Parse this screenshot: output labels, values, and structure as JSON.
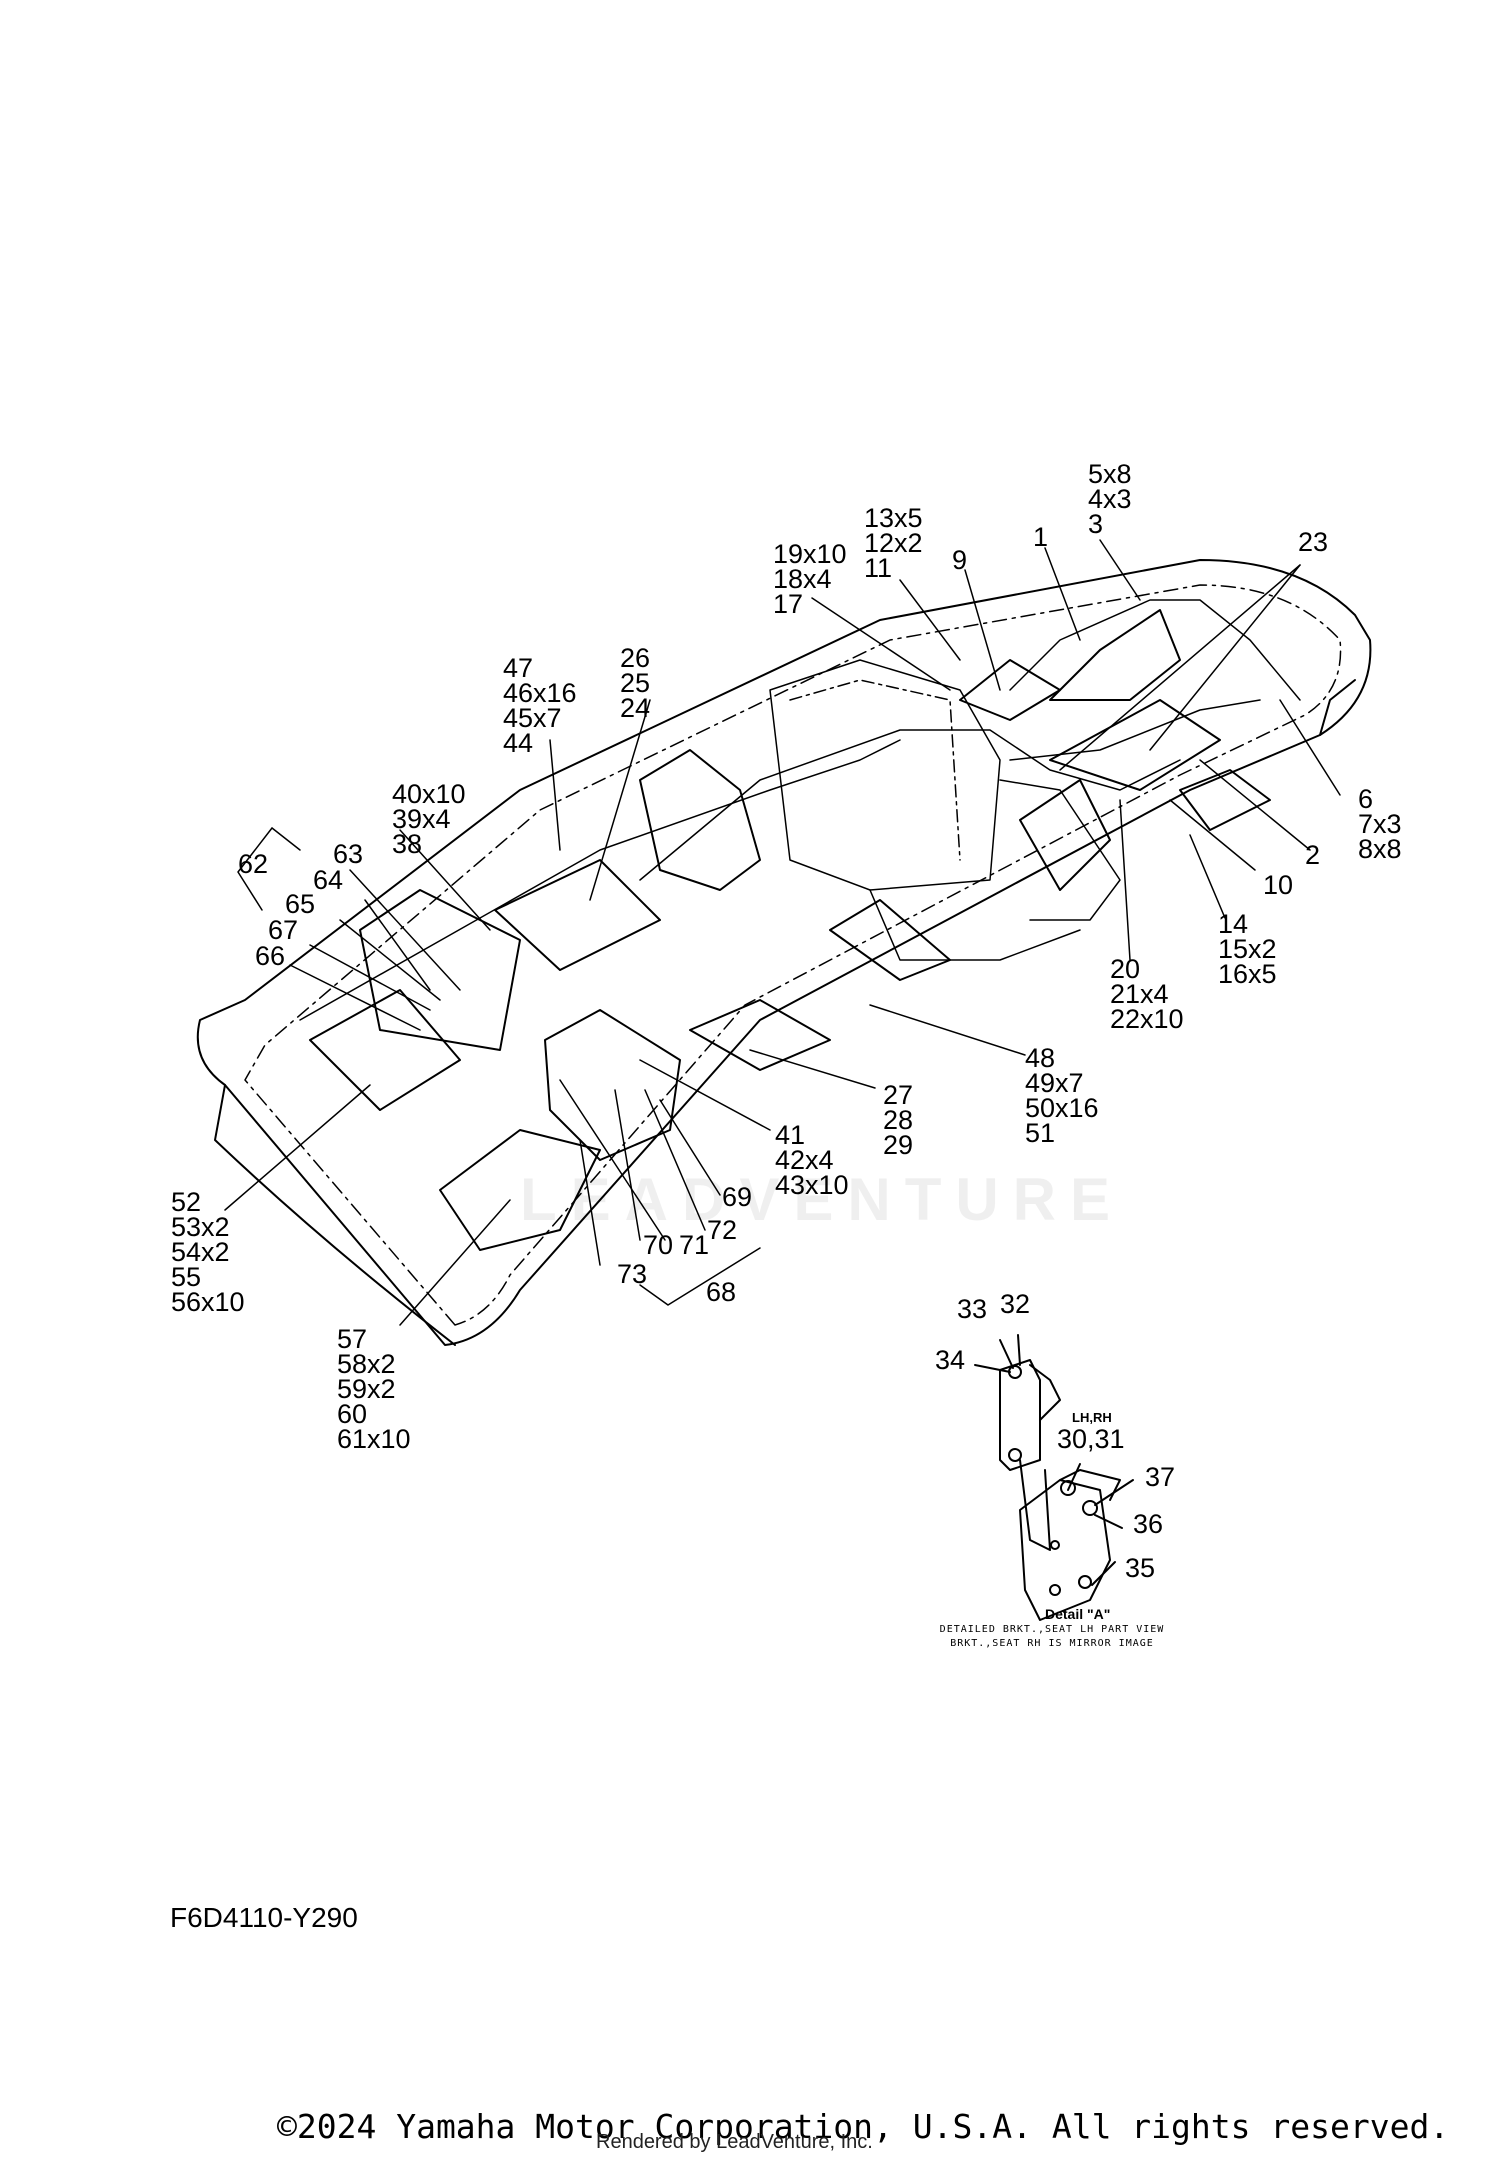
{
  "diagram": {
    "callouts": {
      "c1": [
        "5x8",
        "4x3",
        "3"
      ],
      "c2": [
        "1"
      ],
      "c3": [
        "23"
      ],
      "c4": [
        "13x5",
        "12x2",
        "11"
      ],
      "c5": [
        "9"
      ],
      "c6": [
        "19x10",
        "18x4",
        "17"
      ],
      "c7": [
        "26",
        "25",
        "24"
      ],
      "c8": [
        "47",
        "46x16",
        "45x7",
        "44"
      ],
      "c9": [
        "40x10",
        "39x4",
        "38"
      ],
      "c10": [
        "62"
      ],
      "c11": [
        "63"
      ],
      "c12": [
        "64"
      ],
      "c13": [
        "65"
      ],
      "c14": [
        "67"
      ],
      "c15": [
        "66"
      ],
      "c16": [
        "6",
        "7x3",
        "8x8"
      ],
      "c17": [
        "2"
      ],
      "c18": [
        "10"
      ],
      "c19": [
        "14",
        "15x2",
        "16x5"
      ],
      "c20": [
        "20",
        "21x4",
        "22x10"
      ],
      "c21": [
        "48",
        "49x7",
        "50x16",
        "51"
      ],
      "c22": [
        "27",
        "28",
        "29"
      ],
      "c23": [
        "41",
        "42x4",
        "43x10"
      ],
      "c24": [
        "69"
      ],
      "c25": [
        "72"
      ],
      "c26": [
        "70"
      ],
      "c27": [
        "71"
      ],
      "c28": [
        "73"
      ],
      "c29": [
        "68"
      ],
      "c30": [
        "52",
        "53x2",
        "54x2",
        "55",
        "56x10"
      ],
      "c31": [
        "57",
        "58x2",
        "59x2",
        "60",
        "61x10"
      ]
    },
    "detail": {
      "callouts": {
        "d1": [
          "33"
        ],
        "d2": [
          "32"
        ],
        "d3": [
          "34"
        ],
        "d4": [
          "30,31"
        ],
        "d5": [
          "37"
        ],
        "d6": [
          "36"
        ],
        "d7": [
          "35"
        ]
      },
      "side_label": "LH,RH",
      "title": "Detail \"A\"",
      "caption_1": "DETAILED BRKT.,SEAT LH PART VIEW",
      "caption_2": "BRKT.,SEAT RH IS MIRROR IMAGE"
    }
  },
  "footer": {
    "part_code": "F6D4110-Y290",
    "copyright": "©2024 Yamaha Motor Corporation, U.S.A. All rights reserved.",
    "rendered_by": "Rendered by LeadVenture, Inc.",
    "watermark": "LEADVENTURE"
  }
}
